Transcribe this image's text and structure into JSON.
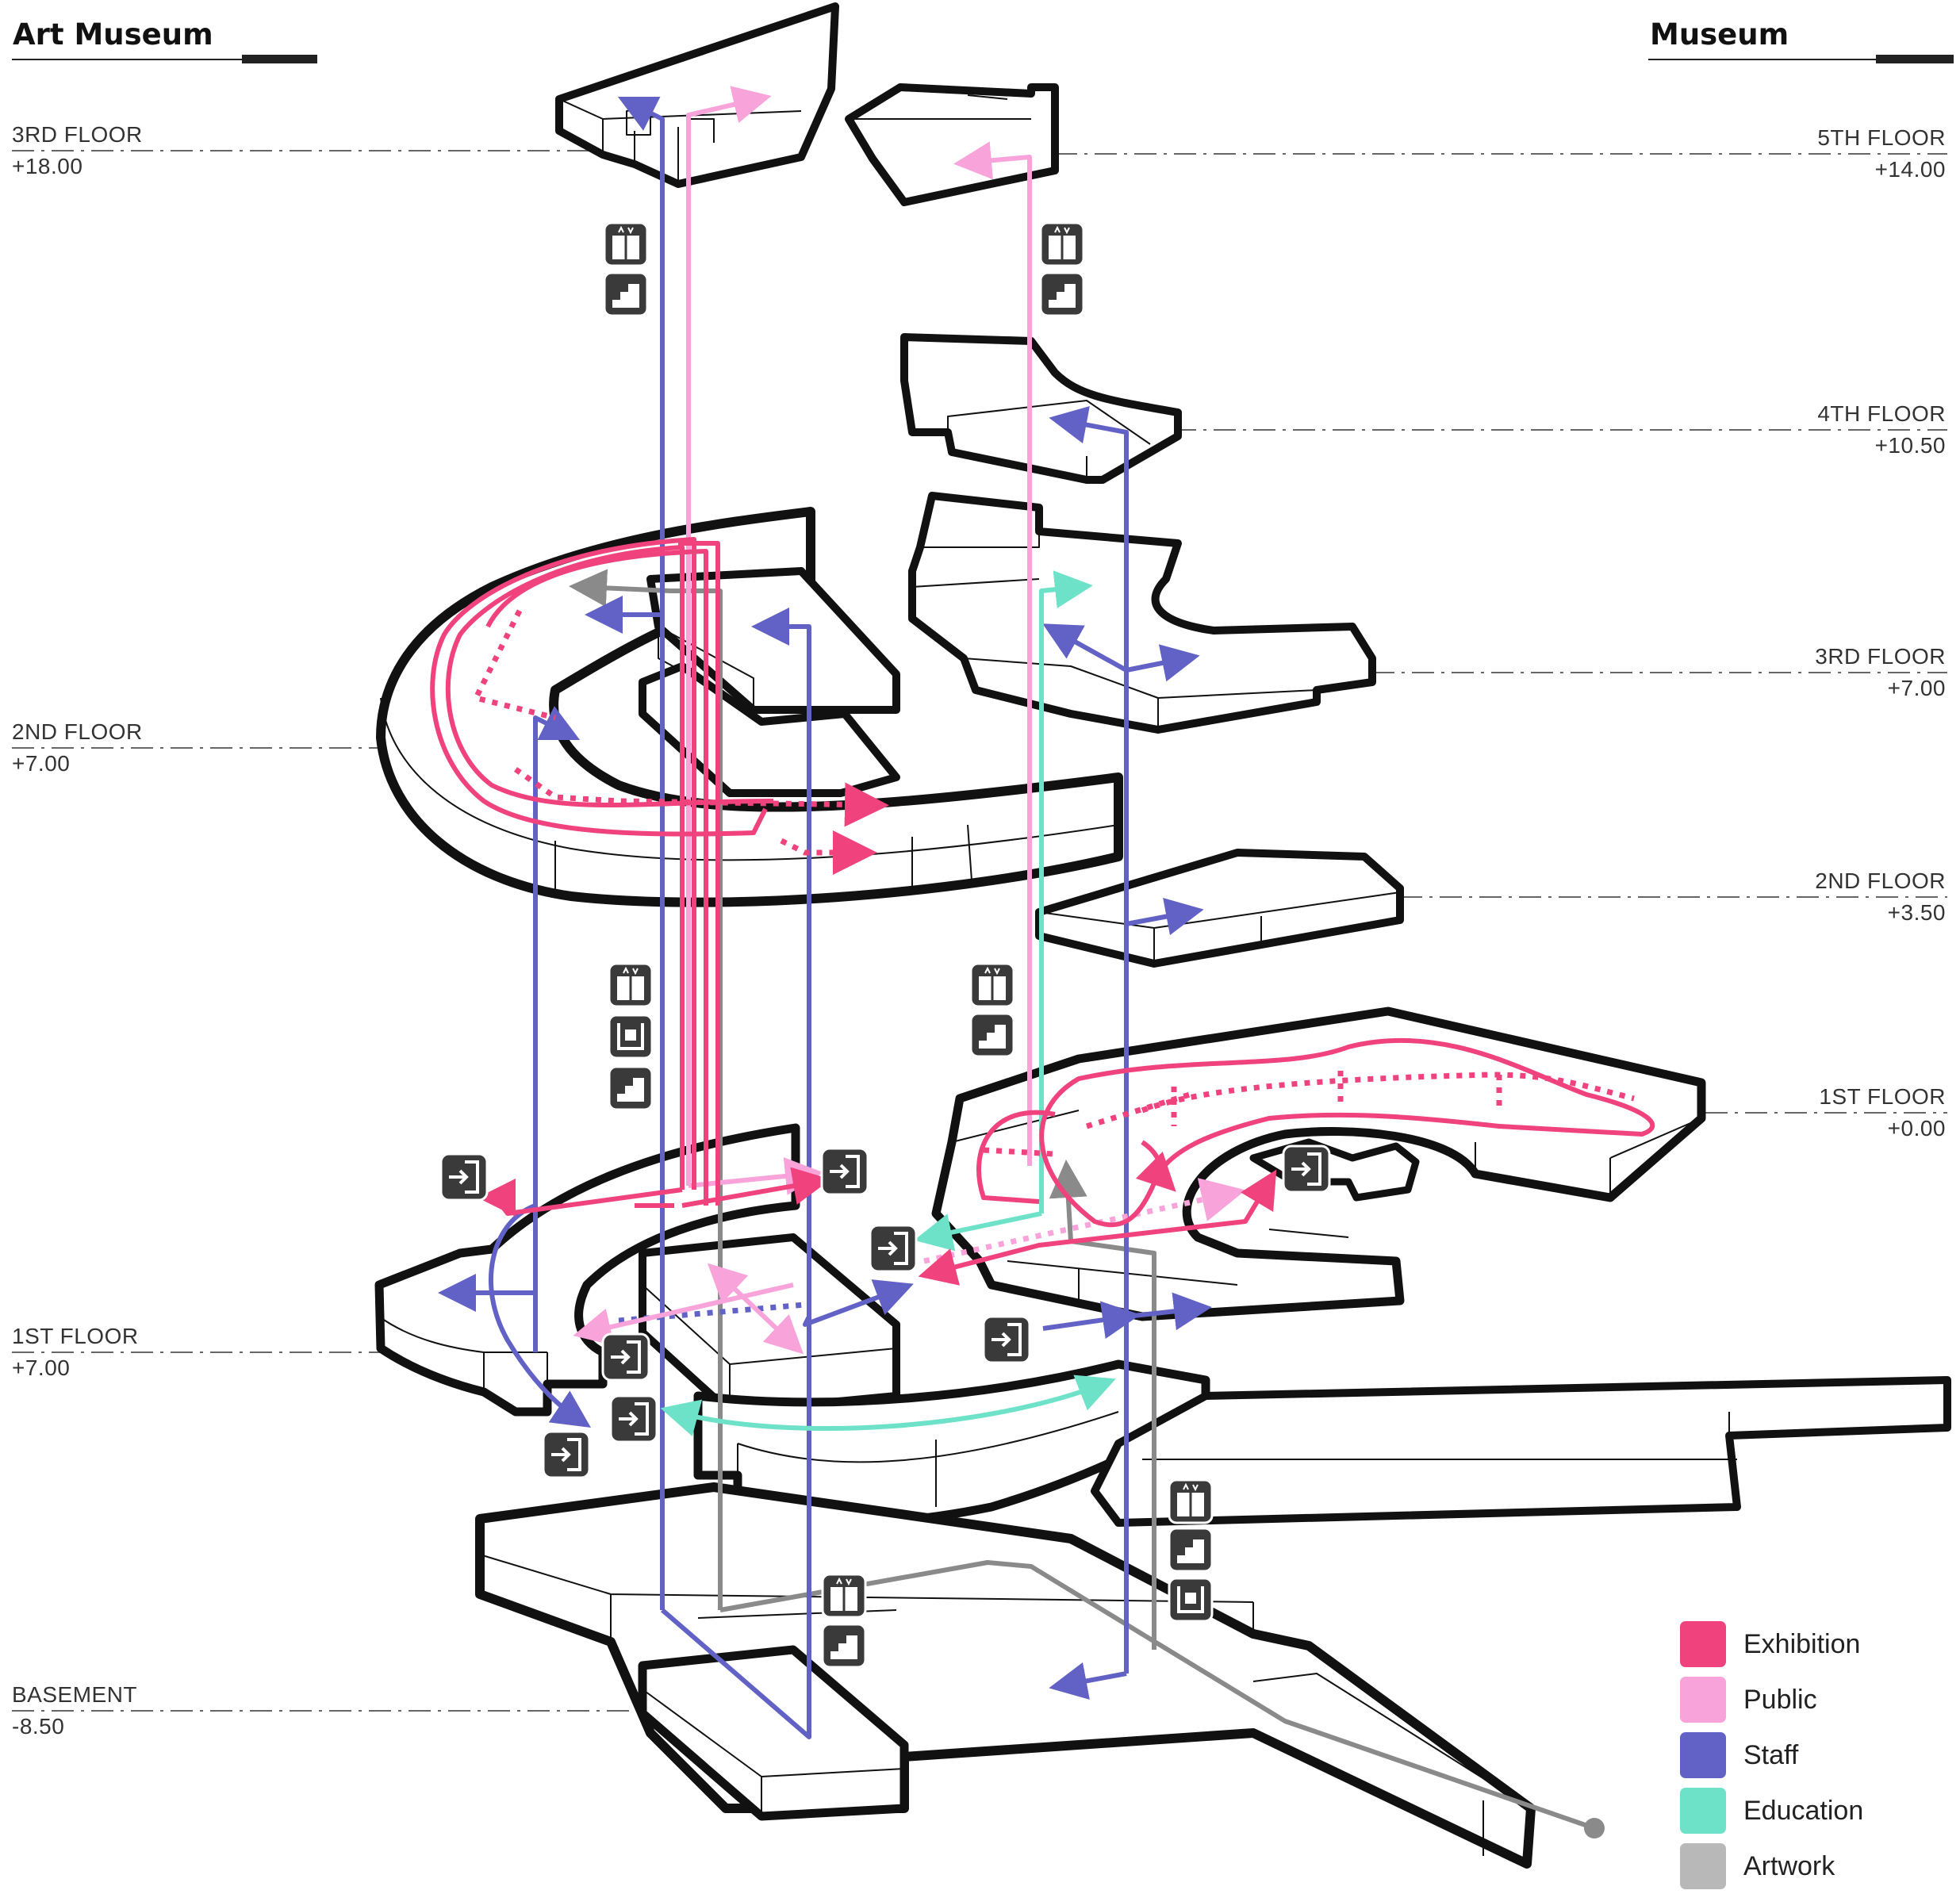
{
  "headers": {
    "left": "Art Museum",
    "right": "Museum"
  },
  "levels_left": [
    {
      "name": "3RD FLOOR",
      "elev": "+18.00"
    },
    {
      "name": "2ND FLOOR",
      "elev": "+7.00"
    },
    {
      "name": "1ST FLOOR",
      "elev": "+7.00"
    },
    {
      "name": "BASEMENT",
      "elev": "-8.50"
    }
  ],
  "levels_right": [
    {
      "name": "5TH FLOOR",
      "elev": "+14.00"
    },
    {
      "name": "4TH FLOOR",
      "elev": "+10.50"
    },
    {
      "name": "3RD FLOOR",
      "elev": "+7.00"
    },
    {
      "name": "2ND FLOOR",
      "elev": "+3.50"
    },
    {
      "name": "1ST FLOOR",
      "elev": "+0.00"
    }
  ],
  "legend": [
    {
      "label": "Exhibition",
      "color": "#f0437e"
    },
    {
      "label": "Public",
      "color": "#f9a3db"
    },
    {
      "label": "Staff",
      "color": "#6262c6"
    },
    {
      "label": "Education",
      "color": "#6ee2c8"
    },
    {
      "label": "Artwork",
      "color": "#b8b8b8"
    }
  ],
  "icon_types": [
    "elevator-icon",
    "stairs-icon",
    "freight-elevator-icon",
    "exit-icon"
  ]
}
